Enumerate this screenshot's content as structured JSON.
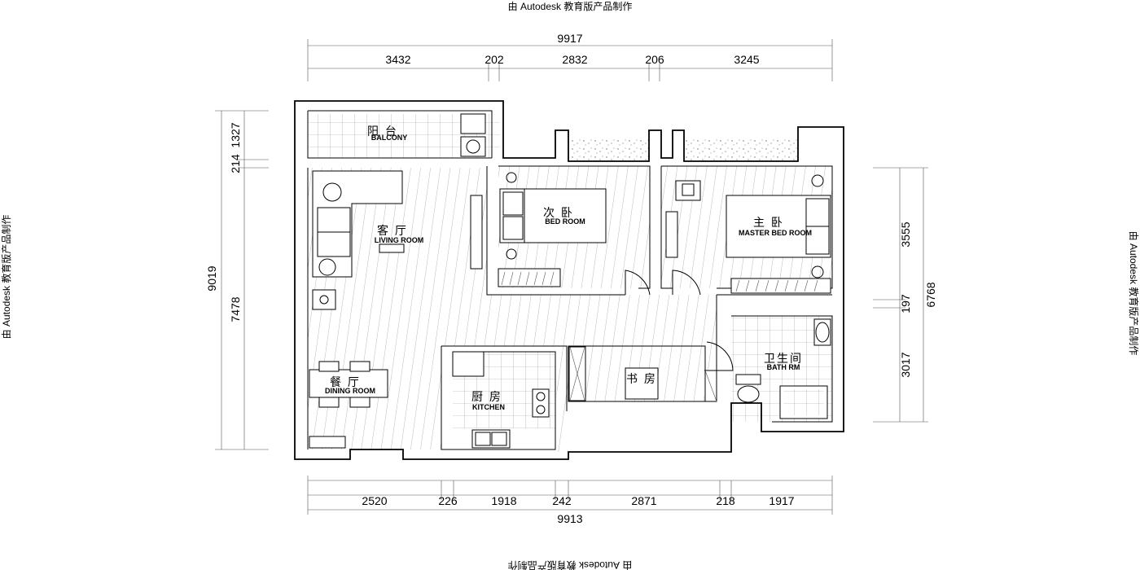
{
  "watermark": {
    "top": "由 Autodesk 教育版产品制作",
    "left": "由 Autodesk 教育版产品制作",
    "right": "由 Autodesk 教育版产品制作",
    "bottom": "由 Autodesk 教育版产品制作"
  },
  "dimensions": {
    "top_total": "9917",
    "top_segments": [
      "3432",
      "202",
      "2832",
      "206",
      "3245"
    ],
    "bottom_total": "9913",
    "bottom_segments": [
      "2520",
      "226",
      "1918",
      "242",
      "2871",
      "218",
      "1917"
    ],
    "left_total": "9019",
    "left_segments": [
      "1327",
      "214",
      "7478"
    ],
    "right_total": "6768",
    "right_segments": [
      "3555",
      "197",
      "3017"
    ]
  },
  "rooms": {
    "balcony": {
      "zh": "阳 台",
      "en": "BALCONY"
    },
    "living": {
      "zh": "客 厅",
      "en": "LIVING ROOM"
    },
    "bedroom": {
      "zh": "次 卧",
      "en": "BED ROOM"
    },
    "master": {
      "zh": "主 卧",
      "en": "MASTER BED ROOM"
    },
    "dining": {
      "zh": "餐 厅",
      "en": "DINING ROOM"
    },
    "kitchen": {
      "zh": "厨 房",
      "en": "KITCHEN"
    },
    "study": {
      "zh": "书 房",
      "en": ""
    },
    "bath": {
      "zh": "卫生间",
      "en": "BATH RM"
    }
  }
}
